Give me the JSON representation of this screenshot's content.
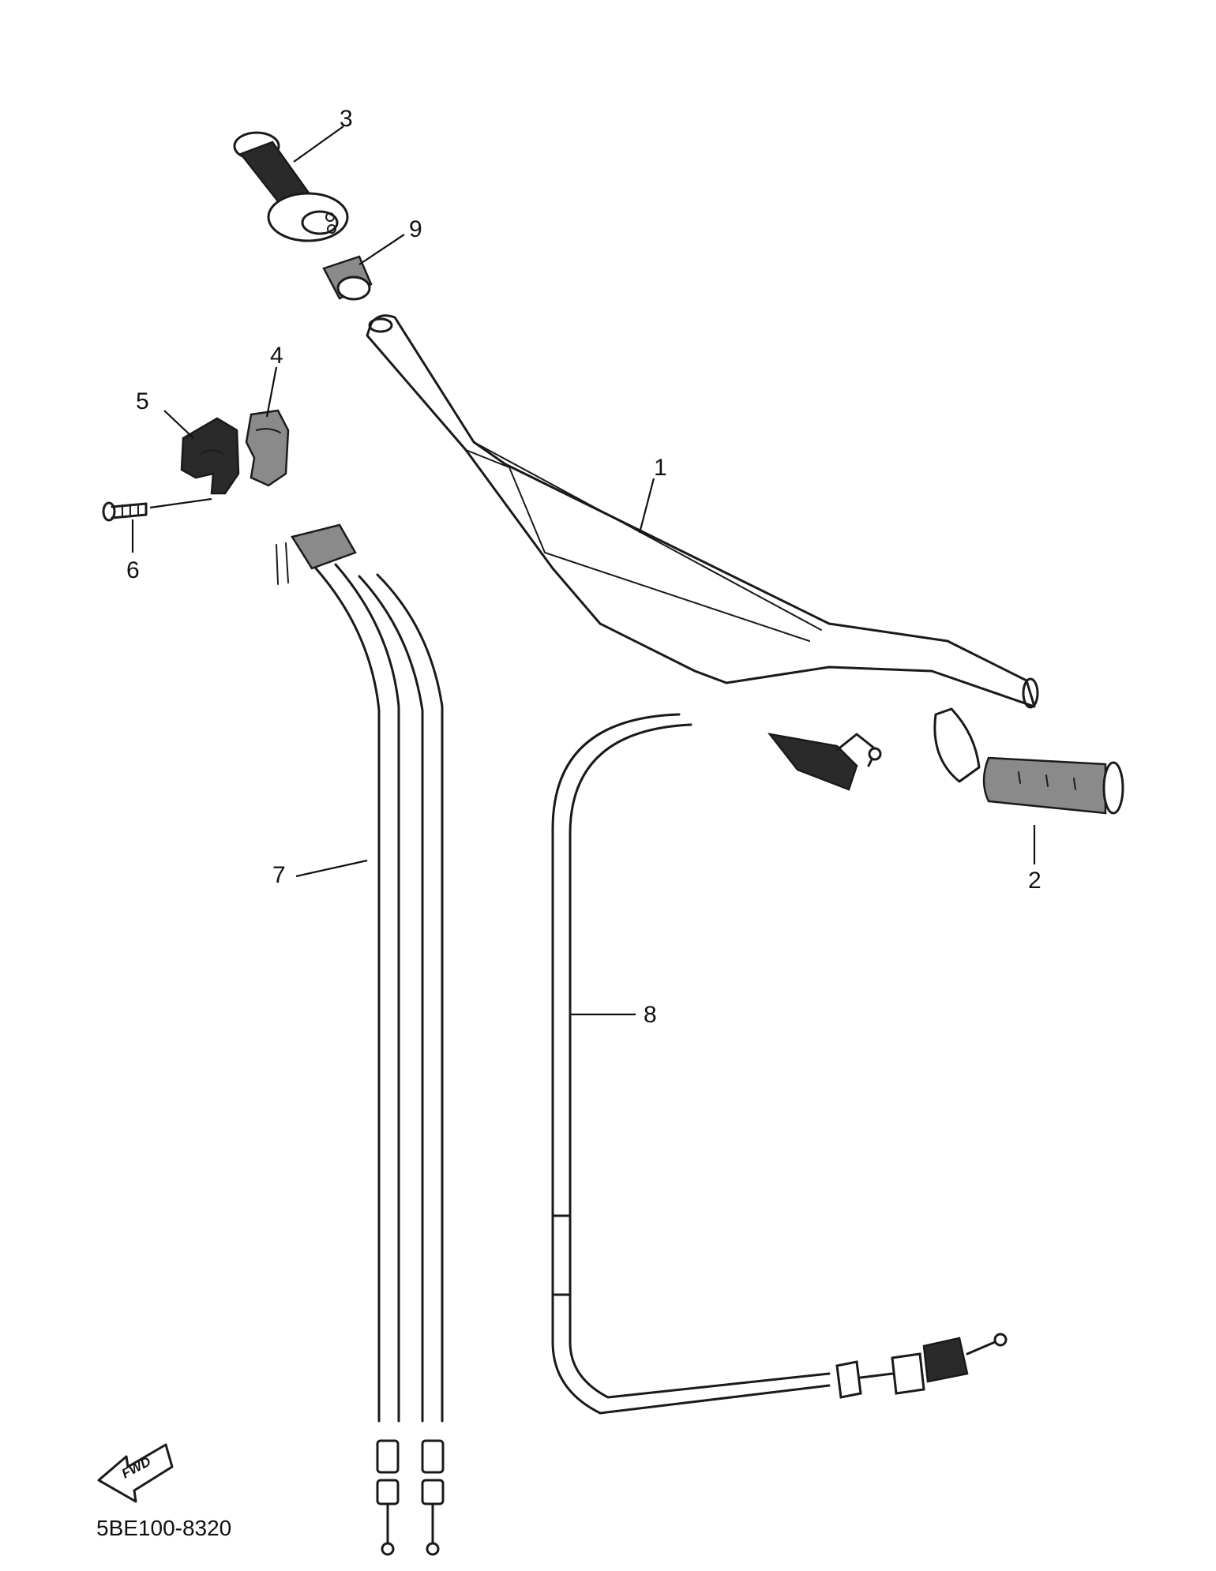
{
  "diagram_code": "5BE100-8320",
  "fwd_label": "FWD",
  "callouts": {
    "handlebar": "1",
    "right_grip": "2",
    "throttle_grip": "3",
    "upper_holder": "4",
    "lower_holder": "5",
    "bolt": "6",
    "throttle_cables": "7",
    "clutch_cable": "8",
    "collar": "9"
  }
}
